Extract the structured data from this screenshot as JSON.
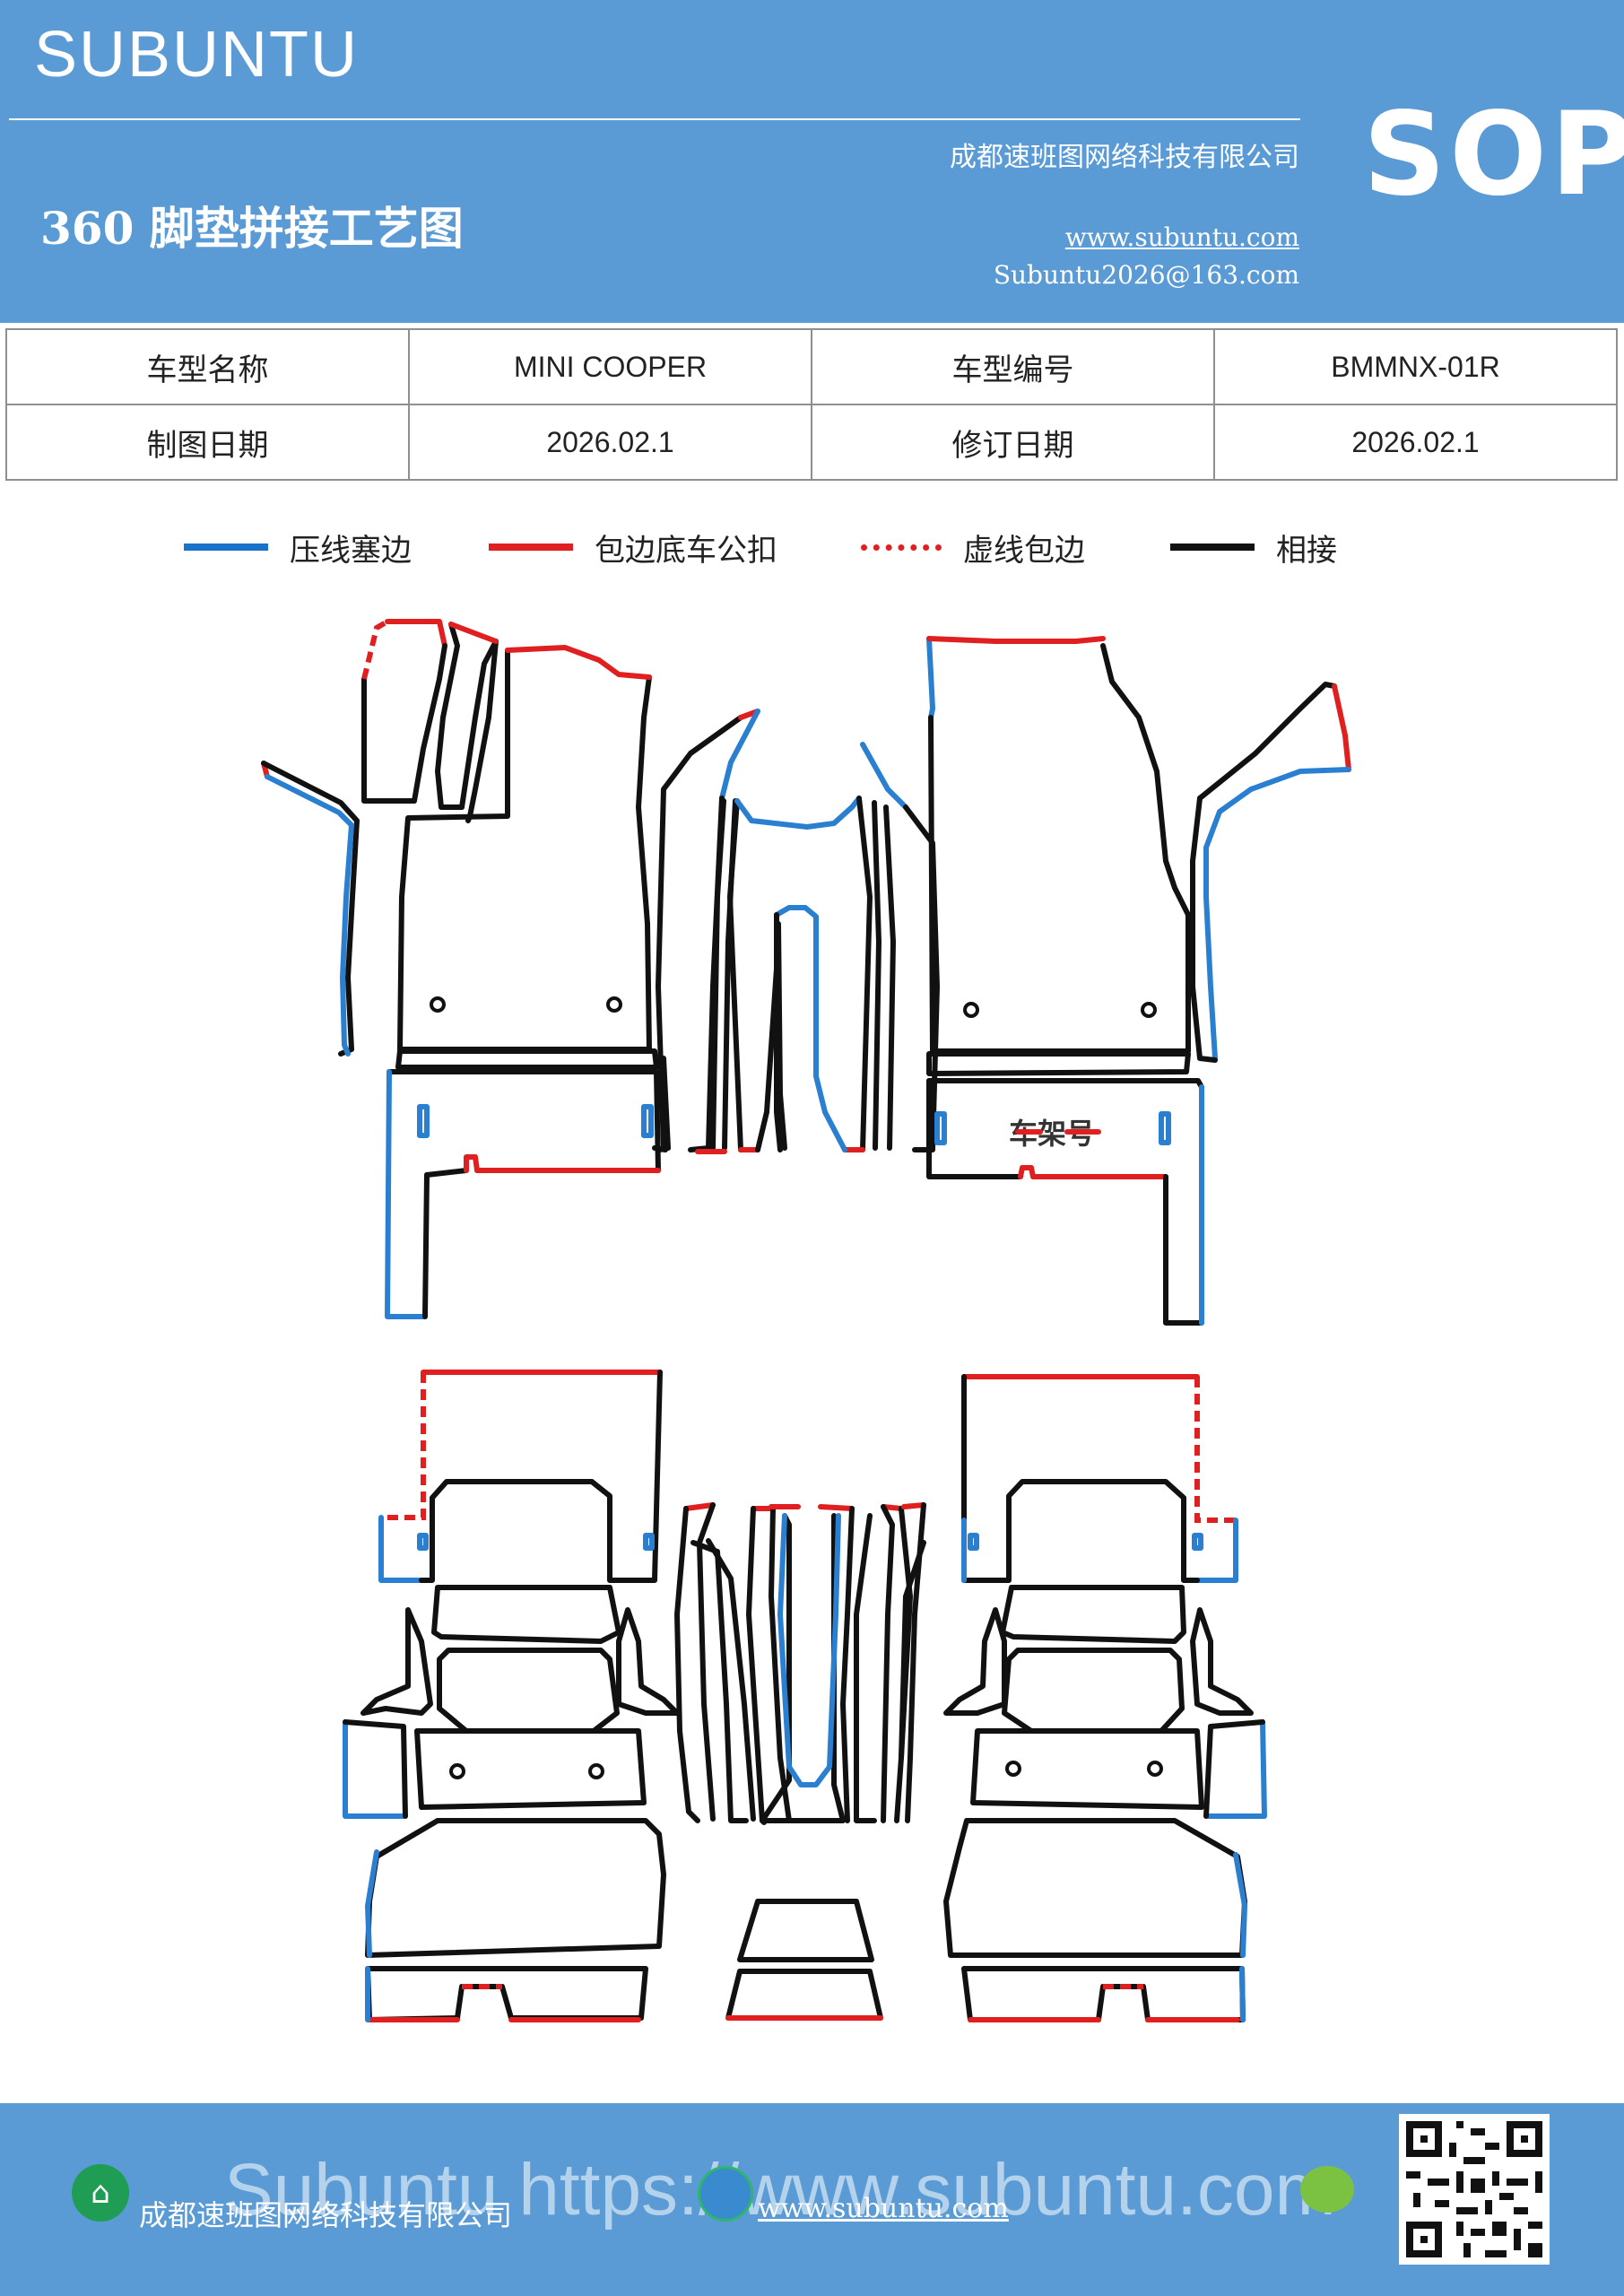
{
  "header": {
    "brand": "SUBUNTU",
    "title": "360 脚垫拼接工艺图",
    "company": "成都速班图网络科技有限公司",
    "website": "www.subuntu.com",
    "email": "Subuntu2026@163.com",
    "badge": "SOP"
  },
  "info": {
    "model_name_label": "车型名称",
    "model_name": "MINI  COOPER",
    "model_code_label": "车型编号",
    "model_code": "BMMNX-01R",
    "draw_date_label": "制图日期",
    "draw_date": "2026.02.1",
    "revise_date_label": "修订日期",
    "revise_date": "2026.02.1"
  },
  "legend": [
    {
      "label": "压线塞边",
      "color": "#1a73c8",
      "style": "solid"
    },
    {
      "label": "包边底车公扣",
      "color": "#e02020",
      "style": "solid"
    },
    {
      "label": "虚线包边",
      "color": "#e02020",
      "style": "dotted"
    },
    {
      "label": "相接",
      "color": "#111111",
      "style": "solid"
    }
  ],
  "diagram": {
    "frame_label": "车架号"
  },
  "footer": {
    "company": "成都速班图网络科技有限公司",
    "website": "www.subuntu.com",
    "watermark": "Subuntu https://www.subuntu.com"
  },
  "icons": {
    "home": "building-icon",
    "globe": "globe-icon",
    "wechat": "wechat-icon",
    "qr": "qr-code"
  }
}
